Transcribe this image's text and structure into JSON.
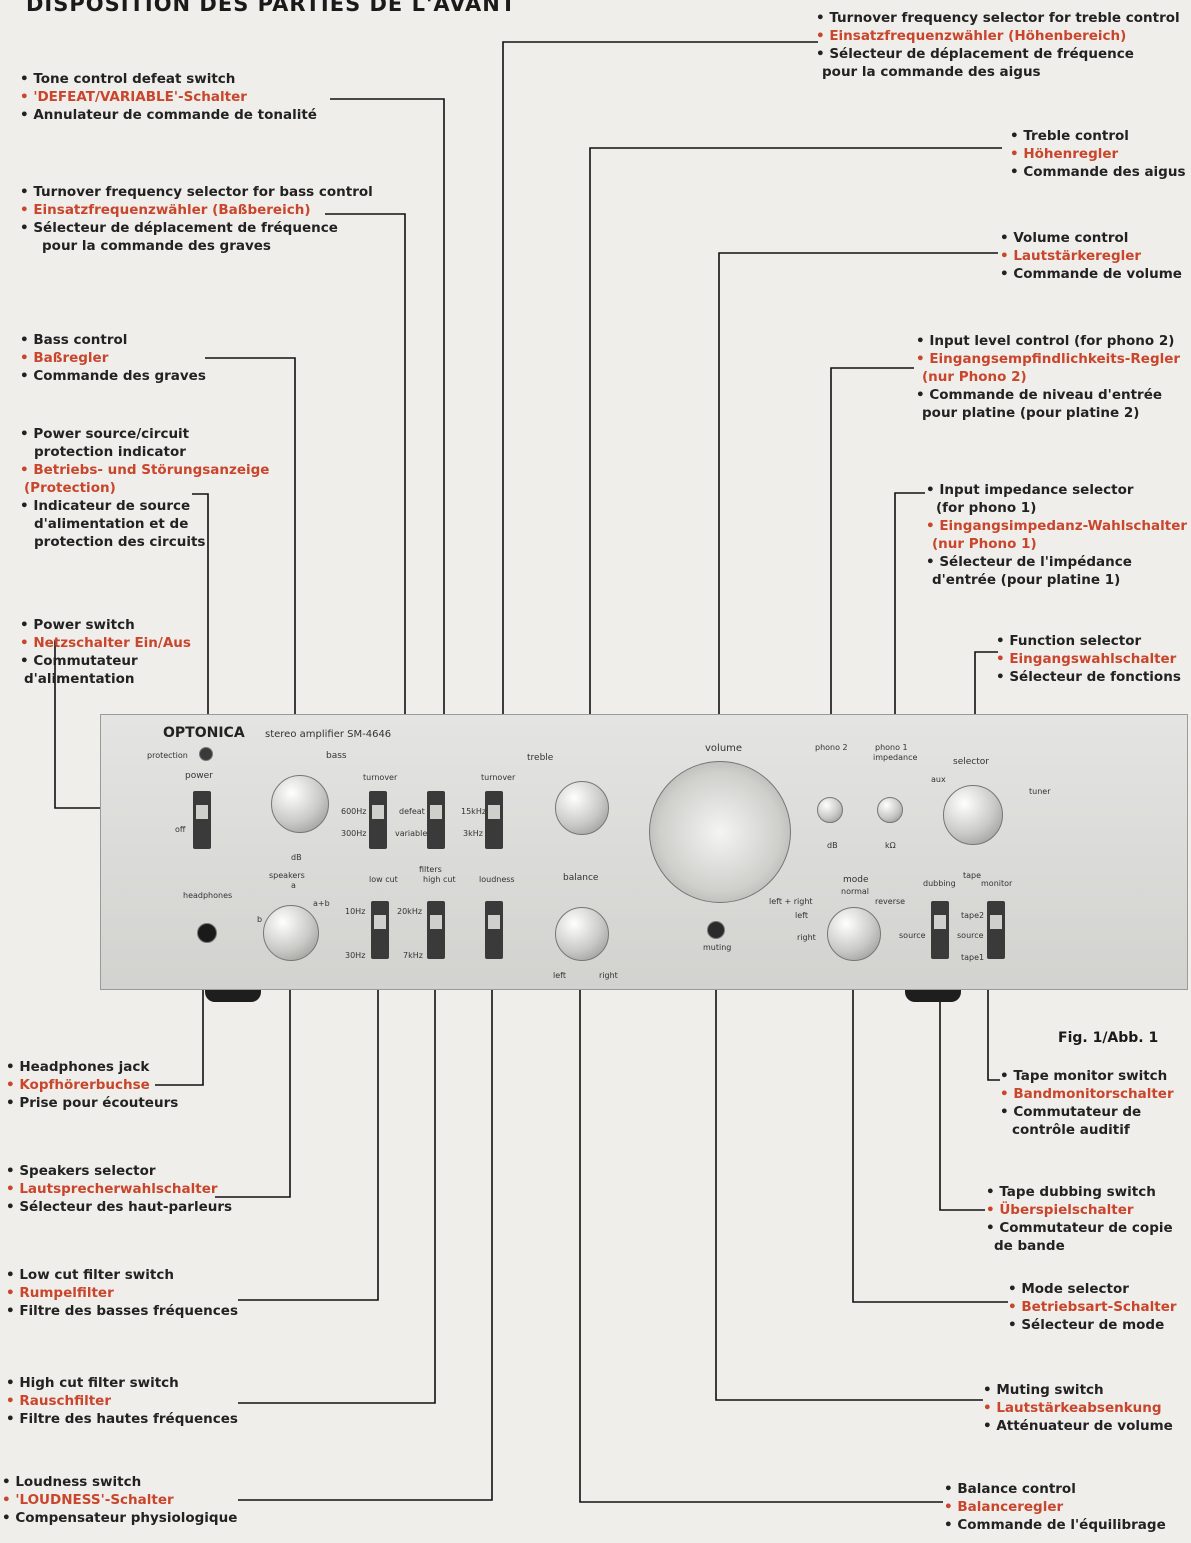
{
  "title": "DISPOSITION DES PARTIES DE L'AVANT",
  "figure_label": "Fig. 1/Abb. 1",
  "callouts": {
    "tone_defeat": {
      "en": "• Tone control defeat switch",
      "de": "• 'DEFEAT/VARIABLE'-Schalter",
      "fr": [
        "• Annulateur de commande de tonalité"
      ]
    },
    "bass_turnover": {
      "en": "• Turnover frequency selector for bass control",
      "de": "• Einsatzfrequenzwähler (Baßbereich)",
      "fr": [
        "• Sélecteur de déplacement de fréquence",
        "pour la commande des graves"
      ]
    },
    "bass_control": {
      "en": "• Bass control",
      "de": "• Baßregler",
      "fr": [
        "• Commande des graves"
      ]
    },
    "power_indicator": {
      "en": [
        "• Power source/circuit",
        "protection indicator"
      ],
      "de": [
        "• Betriebs- und Störungsanzeige",
        "(Protection)"
      ],
      "fr": [
        "• Indicateur de source",
        "d'alimentation et de",
        "protection des circuits"
      ]
    },
    "power_switch": {
      "en": "• Power switch",
      "de": "• Netzschalter Ein/Aus",
      "fr": [
        "• Commutateur",
        "d'alimentation"
      ]
    },
    "headphones": {
      "en": "• Headphones jack",
      "de": "• Kopfhörerbuchse",
      "fr": [
        "• Prise pour écouteurs"
      ]
    },
    "speakers": {
      "en": "• Speakers selector",
      "de": "• Lautsprecherwahlschalter",
      "fr": [
        "• Sélecteur des haut-parleurs"
      ]
    },
    "low_cut": {
      "en": "• Low cut filter switch",
      "de": "• Rumpelfilter",
      "fr": [
        "• Filtre des basses fréquences"
      ]
    },
    "high_cut": {
      "en": "• High cut filter switch",
      "de": "• Rauschfilter",
      "fr": [
        "• Filtre des hautes fréquences"
      ]
    },
    "loudness": {
      "en": "• Loudness switch",
      "de": "• 'LOUDNESS'-Schalter",
      "fr": [
        "• Compensateur physiologique"
      ]
    },
    "treble_turnover": {
      "en": "• Turnover frequency selector for treble control",
      "de": "• Einsatzfrequenzwähler (Höhenbereich)",
      "fr": [
        "• Sélecteur de déplacement de fréquence",
        "pour la commande des aigus"
      ]
    },
    "treble_control": {
      "en": "• Treble control",
      "de": "• Höhenregler",
      "fr": [
        "• Commande des aigus"
      ]
    },
    "volume_control": {
      "en": "• Volume control",
      "de": "• Lautstärkeregler",
      "fr": [
        "• Commande de volume"
      ]
    },
    "input_level": {
      "en": "• Input level control (for phono 2)",
      "de": [
        "• Eingangsempfindlichkeits-Regler",
        "(nur Phono 2)"
      ],
      "fr": [
        "• Commande de niveau d'entrée",
        "pour platine (pour platine 2)"
      ]
    },
    "input_impedance": {
      "en": [
        "• Input impedance selector",
        "(for phono 1)"
      ],
      "de": [
        "• Eingangsimpedanz-Wahlschalter",
        "(nur Phono 1)"
      ],
      "fr": [
        "• Sélecteur de l'impédance",
        "d'entrée (pour platine 1)"
      ]
    },
    "function_selector": {
      "en": "• Function selector",
      "de": "• Eingangswahlschalter",
      "fr": [
        "• Sélecteur de fonctions"
      ]
    },
    "tape_monitor": {
      "en": "• Tape monitor switch",
      "de": "• Bandmonitorschalter",
      "fr": [
        "• Commutateur de",
        "contrôle auditif"
      ]
    },
    "tape_dubbing": {
      "en": "• Tape dubbing switch",
      "de": "• Überspielschalter",
      "fr": [
        "• Commutateur de copie",
        "de bande"
      ]
    },
    "mode_selector": {
      "en": "• Mode selector",
      "de": "• Betriebsart-Schalter",
      "fr": [
        "• Sélecteur de mode"
      ]
    },
    "muting": {
      "en": "• Muting switch",
      "de": "• Lautstärkeabsenkung",
      "fr": [
        "• Atténuateur de volume"
      ]
    },
    "balance": {
      "en": "• Balance control",
      "de": "• Balanceregler",
      "fr": [
        "• Commande de l'équilibrage"
      ]
    }
  },
  "panel": {
    "brand": "OPTONICA",
    "model": "stereo amplifier SM-4646",
    "labels": {
      "protection": "protection",
      "power": "power",
      "bass": "bass",
      "turnover": "turnover",
      "defeat": "defeat",
      "variable": "variable",
      "treble": "treble",
      "volume": "volume",
      "phono2": "phono 2",
      "phono1": "phono 1",
      "impedance": "impedance",
      "selector": "selector",
      "aux": "aux",
      "tuner": "tuner",
      "headphones": "headphones",
      "speakers": "speakers",
      "off": "off",
      "filters": "filters",
      "lowcut": "low cut",
      "highcut": "high cut",
      "loudness": "loudness",
      "balance": "balance",
      "left": "left",
      "right": "right",
      "mode": "mode",
      "normal": "normal",
      "reverse": "reverse",
      "leftright": "left + right",
      "muting": "muting",
      "tape": "tape",
      "dubbing": "dubbing",
      "monitor": "monitor",
      "source": "source",
      "tape1": "tape1",
      "tape2": "tape2",
      "hz600": "600Hz",
      "hz300": "300Hz",
      "khz15": "15kHz",
      "khz3": "3kHz",
      "hz10": "10Hz",
      "hz30": "30Hz",
      "khz20": "20kHz",
      "khz7": "7kHz",
      "db": "dB",
      "k_ohm": "kΩ",
      "a": "a",
      "b": "b",
      "aplusb": "a+b"
    }
  }
}
